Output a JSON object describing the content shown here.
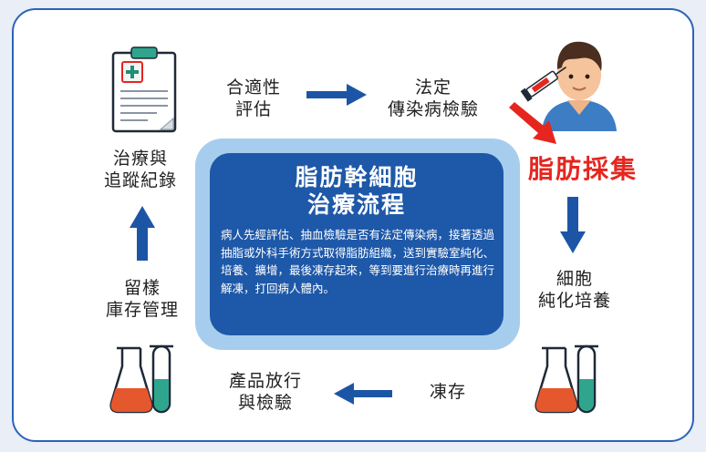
{
  "center": {
    "title": "脂肪幹細胞\n治療流程",
    "body": "病人先經評估、抽血檢驗是否有法定傳染病，接著透過抽脂或外科手術方式取得脂肪組織，送到實驗室純化、培養、擴增，最後凍存起來，等到要進行治療時再進行解凍，打回病人體內。"
  },
  "steps": {
    "assessment": "合適性\n評估",
    "infectious_test": "法定\n傳染病檢驗",
    "fat_harvest": "脂肪採集",
    "cell_culture": "細胞\n純化培養",
    "frozen": "凍存",
    "release_test": "產品放行\n與檢驗",
    "storage": "留樣\n庫存管理",
    "followup": "治療與\n追蹤紀錄"
  },
  "icons": {
    "clipboard": "clipboard-icon",
    "doctor": "doctor-with-syringe-icon",
    "flask_right": "flask-test-tube-icon",
    "flask_left": "flask-test-tube-icon"
  },
  "colors": {
    "frame": "#2c63b8",
    "center_inner": "#1e58a8",
    "center_outer": "#a7cdee",
    "arrow": "#1d55a6",
    "highlight": "#e5261f"
  }
}
